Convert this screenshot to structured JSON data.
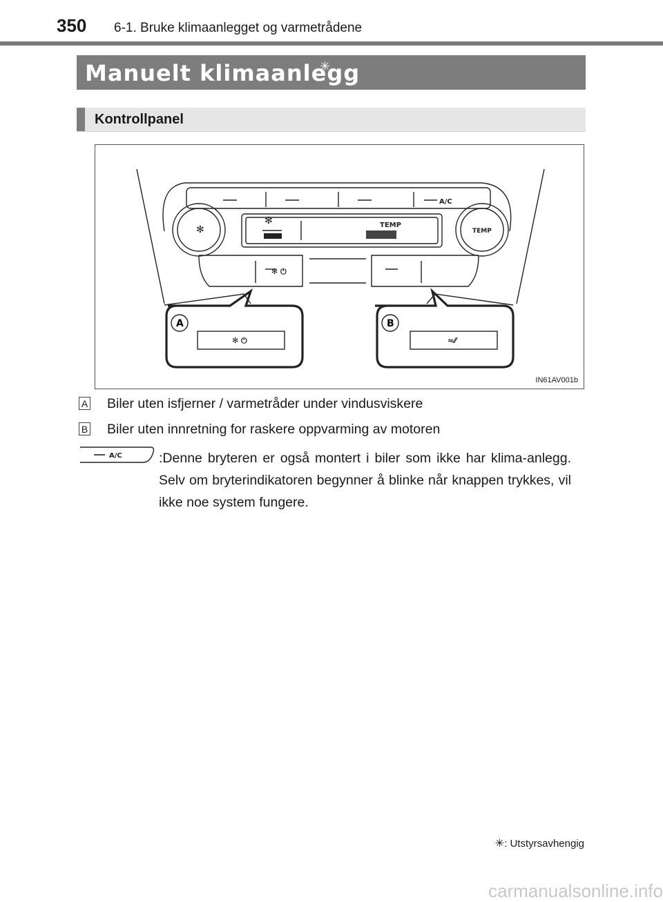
{
  "header": {
    "page_number": "350",
    "chapter": "6-1. Bruke klimaanlegget og varmetrådene"
  },
  "section": {
    "title": "Manuelt klimaanlegg",
    "marker": "✳"
  },
  "subsection": {
    "title": "Kontrollpanel"
  },
  "figure": {
    "code": "IN61AV001b",
    "panel": {
      "ac_label": "A/C",
      "temp_label": "TEMP",
      "knob_label": "TEMP"
    },
    "callouts": [
      "A",
      "B"
    ]
  },
  "legend": [
    {
      "marker": "A",
      "text": "Biler uten isfjerner / varmetråder under vindusviskere"
    },
    {
      "marker": "B",
      "text": "Biler uten innretning for raskere oppvarming av motoren"
    }
  ],
  "ac_note": {
    "button_label": "A/C",
    "text": ":Denne bryteren er også montert i biler som ikke har klima-anlegg. Selv om bryterindikatoren begynner å blinke når knappen trykkes, vil ikke noe system fungere."
  },
  "footnote": {
    "marker": "✳",
    "text": ": Utstyrsavhengig"
  },
  "watermark": "carmanualsonline.info"
}
